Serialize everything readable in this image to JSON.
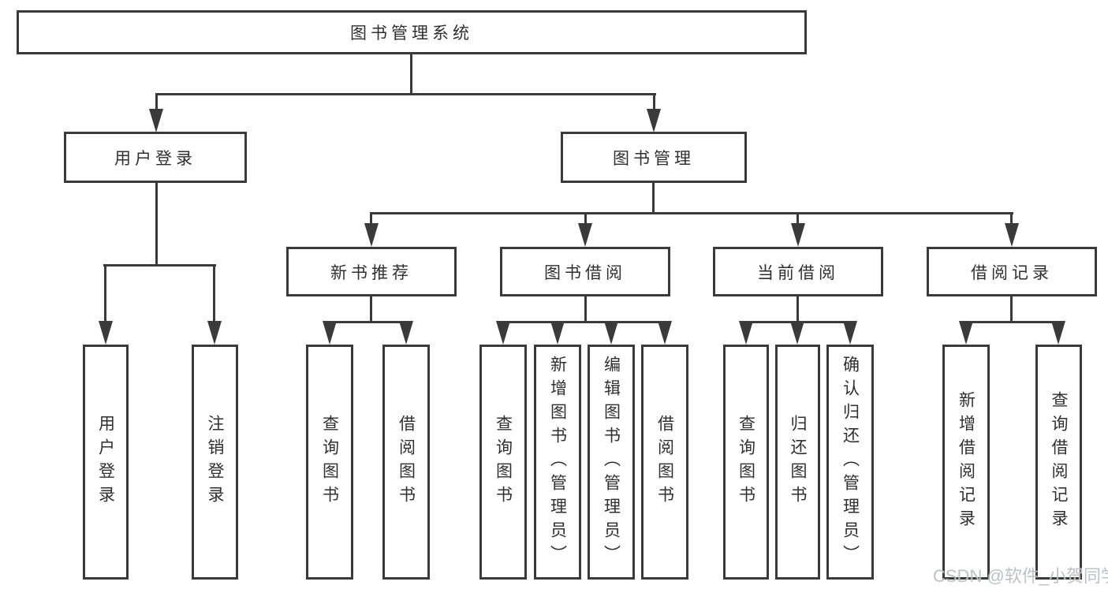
{
  "diagram": {
    "root": {
      "label": "图书管理系统"
    },
    "level2": [
      {
        "label": "用户登录"
      },
      {
        "label": "图书管理"
      }
    ],
    "level3": [
      {
        "label": "新书推荐"
      },
      {
        "label": "图书借阅"
      },
      {
        "label": "当前借阅"
      },
      {
        "label": "借阅记录"
      }
    ],
    "leaves": {
      "user_login": [
        {
          "label": "用户登录"
        },
        {
          "label": "注销登录"
        }
      ],
      "new_book": [
        {
          "label": "查询图书"
        },
        {
          "label": "借阅图书"
        }
      ],
      "book_borrow": [
        {
          "label": "查询图书"
        },
        {
          "label": "新增图书（管理员）"
        },
        {
          "label": "编辑图书（管理员）"
        },
        {
          "label": "借阅图书"
        }
      ],
      "current_borrow": [
        {
          "label": "查询图书"
        },
        {
          "label": "归还图书"
        },
        {
          "label": "确认归还（管理员）"
        }
      ],
      "borrow_record": [
        {
          "label": "新增借阅记录"
        },
        {
          "label": "查询借阅记录"
        }
      ]
    }
  },
  "watermark": {
    "text": "CSDN @软件_小贺同学"
  },
  "colors": {
    "line": "#3a3a3a",
    "text": "#2f2f2f",
    "background": "#ffffff",
    "watermark": "#b9bec3"
  }
}
